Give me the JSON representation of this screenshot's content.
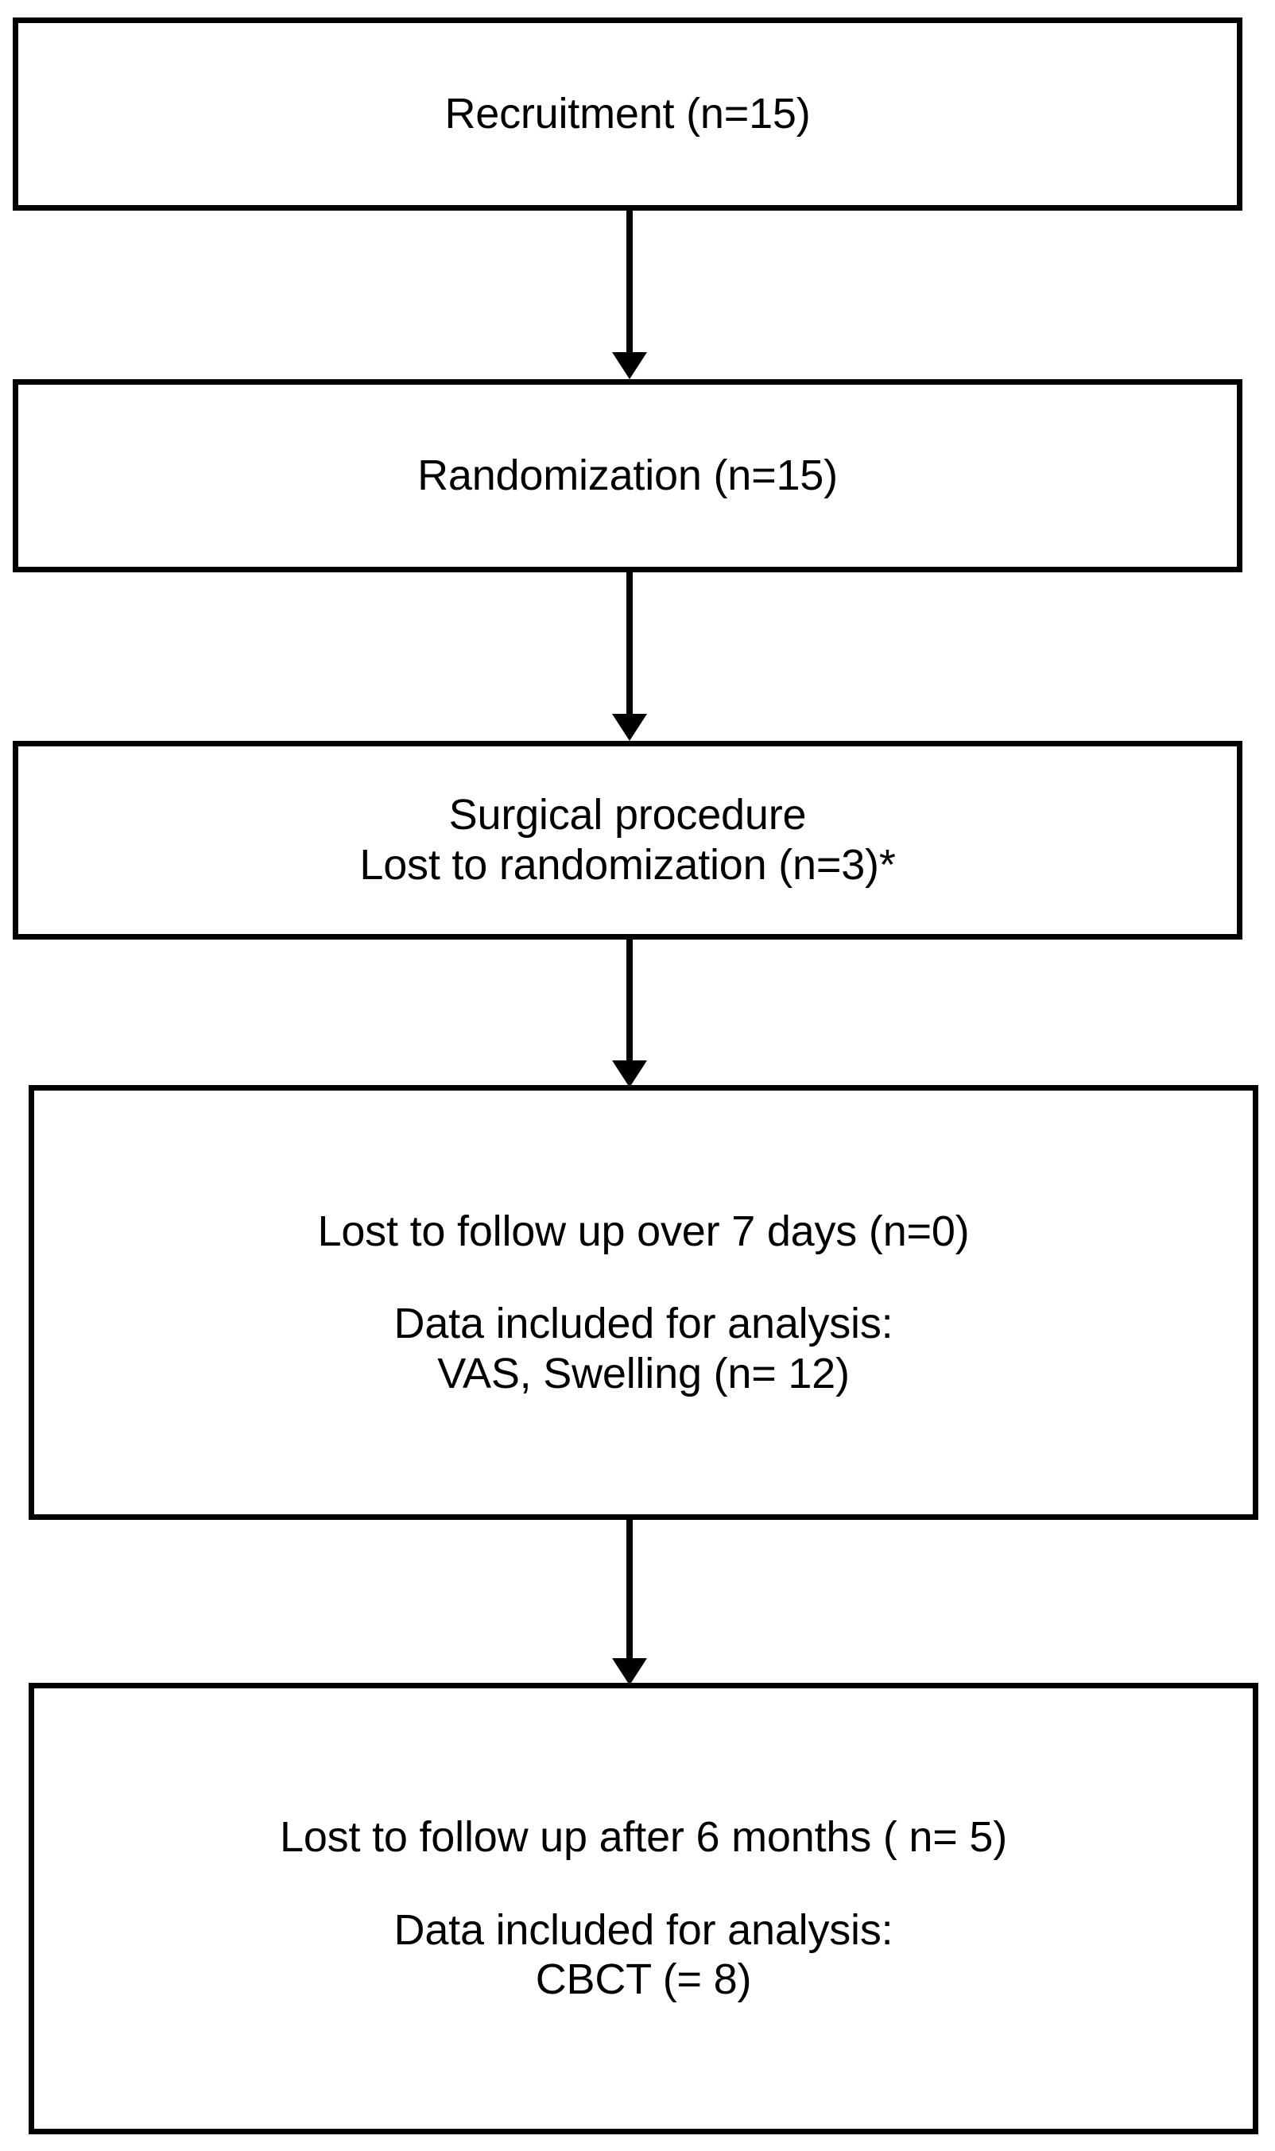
{
  "diagram": {
    "title": "CONSORT-style participant flow diagram",
    "type": "flowchart",
    "orientation": "vertical",
    "colors": {
      "box_border": "#000000",
      "box_fill": "#ffffff",
      "text": "#000000",
      "arrow": "#000000",
      "background": "#ffffff"
    },
    "nodes": [
      {
        "id": "recruitment",
        "name": "recruitment-box",
        "lines": [
          "Recruitment (n=15)"
        ]
      },
      {
        "id": "randomization",
        "name": "randomization-box",
        "lines": [
          "Randomization (n=15)"
        ]
      },
      {
        "id": "surgical",
        "name": "surgical-procedure-box",
        "lines": [
          "Surgical procedure",
          "Lost to randomization (n=3)*"
        ]
      },
      {
        "id": "followup7",
        "name": "followup-7-days-box",
        "lines": [
          "Lost to follow up over 7 days (n=0)",
          "",
          "Data included for analysis:",
          "VAS, Swelling (n= 12)"
        ]
      },
      {
        "id": "followup6m",
        "name": "followup-6-months-box",
        "lines": [
          "Lost to follow up after 6 months ( n= 5)",
          "",
          "Data included for analysis:",
          "CBCT (= 8)"
        ]
      }
    ],
    "connectors": [
      {
        "id": "arrow-1",
        "from": "recruitment",
        "to": "randomization",
        "icon": "down-arrow-icon"
      },
      {
        "id": "arrow-2",
        "from": "randomization",
        "to": "surgical",
        "icon": "down-arrow-icon"
      },
      {
        "id": "arrow-3",
        "from": "surgical",
        "to": "followup7",
        "icon": "down-arrow-icon"
      },
      {
        "id": "arrow-4",
        "from": "followup7",
        "to": "followup6m",
        "icon": "down-arrow-icon"
      }
    ],
    "counts": {
      "recruited": 15,
      "randomized": 15,
      "lost_to_randomization": 3,
      "lost_to_followup_7_days": 0,
      "analyzed_vas_swelling": 12,
      "lost_to_followup_6_months": 5,
      "analyzed_cbct": 8
    }
  }
}
